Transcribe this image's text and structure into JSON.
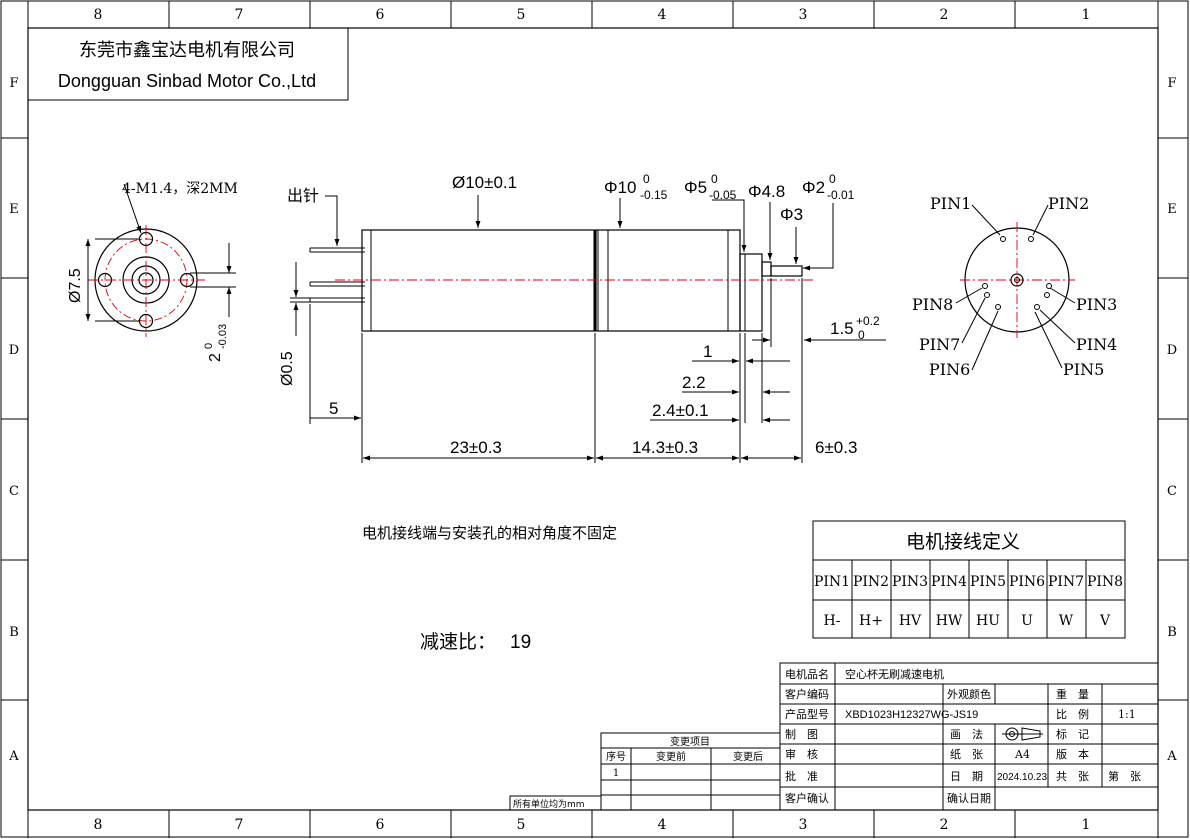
{
  "frame": {
    "columns": [
      "8",
      "7",
      "6",
      "5",
      "4",
      "3",
      "2",
      "1"
    ],
    "rows": [
      "F",
      "E",
      "D",
      "C",
      "B",
      "A"
    ]
  },
  "company": {
    "name_cn": "东莞市鑫宝达电机有限公司",
    "name_en": "Dongguan Sinbad Motor Co.,Ltd"
  },
  "end_view": {
    "hole_note": "4-M1.4，深2MM",
    "dia_label": "Ø7.5",
    "shaft_flat_base": "2",
    "shaft_flat_upper": "0",
    "shaft_flat_lower": "-0.03"
  },
  "side_view": {
    "pin_label": "出针",
    "body_dia": "Ø10±0.1",
    "gear_dia_base": "Φ10",
    "gear_dia_upper": "0",
    "gear_dia_lower": "-0.15",
    "boss_dia_base": "Φ5",
    "boss_dia_upper": "0",
    "boss_dia_lower": "-0.05",
    "step_dia": "Φ4.8",
    "shaft_dia_base": "Φ2",
    "shaft_dia_upper": "0",
    "shaft_dia_lower": "-0.01",
    "collar_dia": "Φ3",
    "pin_dia": "Ø0.5",
    "flat_len_base": "1.5",
    "flat_len_upper": "+0.2",
    "flat_len_lower": "0",
    "dim_1": "1",
    "dim_2_2": "2.2",
    "dim_2_4": "2.4±0.1",
    "dim_5": "5",
    "dim_23": "23±0.3",
    "dim_14_3": "14.3±0.3",
    "dim_6": "6±0.3"
  },
  "pin_view": {
    "pins": [
      "PIN1",
      "PIN2",
      "PIN3",
      "PIN4",
      "PIN5",
      "PIN6",
      "PIN7",
      "PIN8"
    ]
  },
  "note": "电机接线端与安装孔的相对角度不固定",
  "ratio_label": "减速比：",
  "ratio_value": "19",
  "wiring_table": {
    "title": "电机接线定义",
    "headers": [
      "PIN1",
      "PIN2",
      "PIN3",
      "PIN4",
      "PIN5",
      "PIN6",
      "PIN7",
      "PIN8"
    ],
    "values": [
      "H-",
      "H+",
      "HV",
      "HW",
      "HU",
      "U",
      "W",
      "V"
    ]
  },
  "revision_table": {
    "title": "变更项目",
    "col_no": "序号",
    "col_before": "变更前",
    "col_after": "变更后",
    "row1_no": "1",
    "unit_note": "所有单位均为mm"
  },
  "title_block": {
    "product_name_label": "电机品名",
    "product_name": "空心杯无刷减速电机",
    "customer_code_label": "客户编码",
    "appearance_label": "外观颜色",
    "weight_label": "重　量",
    "model_label": "产品型号",
    "model": "XBD1023H12327WG-JS19",
    "scale_label": "比　例",
    "scale": "1:1",
    "drawn_label": "制　图",
    "projection_label": "画　法",
    "mark_label": "标　记",
    "check_label": "审　核",
    "paper_label": "纸　张",
    "paper": "A4",
    "version_label": "版　本",
    "approve_label": "批　准",
    "date_label": "日　期",
    "date": "2024.10.23",
    "total_label": "共　张",
    "sheet_label": "第　张",
    "customer_confirm_label": "客户确认",
    "confirm_date_label": "确认日期"
  }
}
